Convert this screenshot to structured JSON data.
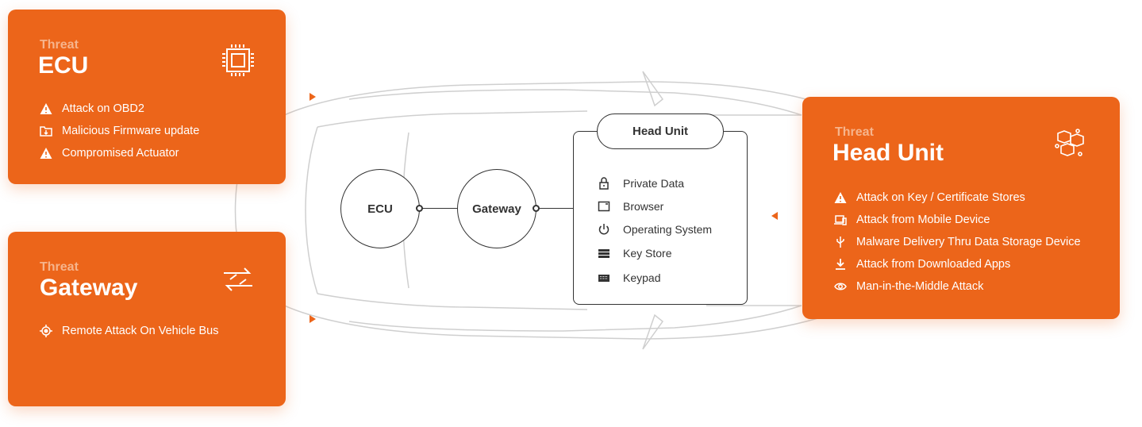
{
  "cards": {
    "ecu": {
      "pre": "Threat",
      "title": "ECU",
      "icon": "chip-icon",
      "items": [
        {
          "icon": "warning-icon",
          "label": "Attack on OBD2"
        },
        {
          "icon": "firmware-folder-icon",
          "label": "Malicious Firmware update"
        },
        {
          "icon": "warning-icon",
          "label": "Compromised Actuator"
        }
      ]
    },
    "gateway": {
      "pre": "Threat",
      "title": "Gateway",
      "icon": "exchange-arrows-icon",
      "items": [
        {
          "icon": "target-icon",
          "label": "Remote Attack On Vehicle Bus"
        }
      ]
    },
    "head_unit": {
      "pre": "Threat",
      "title": "Head Unit",
      "icon": "cubes-icon",
      "items": [
        {
          "icon": "warning-icon",
          "label": "Attack on Key / Certificate Stores"
        },
        {
          "icon": "devices-icon",
          "label": "Attack from Mobile Device"
        },
        {
          "icon": "usb-icon",
          "label": "Malware Delivery Thru Data Storage Device"
        },
        {
          "icon": "download-icon",
          "label": "Attack from Downloaded Apps"
        },
        {
          "icon": "eye-icon",
          "label": "Man-in-the-Middle Attack"
        }
      ]
    }
  },
  "diagram": {
    "ecu_node": "ECU",
    "gateway_node": "Gateway",
    "head_unit": {
      "title": "Head Unit",
      "items": [
        {
          "icon": "lock-icon",
          "label": "Private Data"
        },
        {
          "icon": "browser-icon",
          "label": "Browser"
        },
        {
          "icon": "power-icon",
          "label": "Operating System"
        },
        {
          "icon": "server-icon",
          "label": "Key Store"
        },
        {
          "icon": "keyboard-icon",
          "label": "Keypad"
        }
      ]
    }
  },
  "colors": {
    "accent": "#EC651A",
    "line": "#333333",
    "car": "#CCCCCC"
  }
}
